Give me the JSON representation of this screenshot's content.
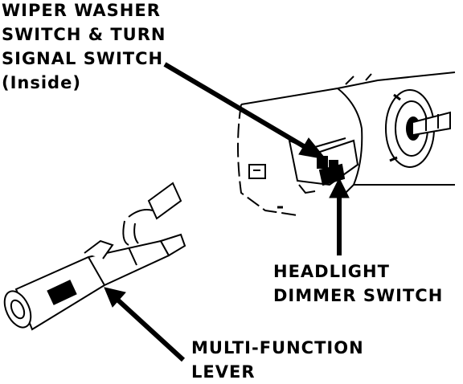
{
  "labels": {
    "wiper": {
      "line1": "WIPER WASHER",
      "line2": "SWITCH & TURN",
      "line3": "SIGNAL SWITCH",
      "line4": "(Inside)"
    },
    "headlight": {
      "line1": "HEADLIGHT",
      "line2": "DIMMER SWITCH"
    },
    "lever": {
      "line1": "MULTI-FUNCTION",
      "line2": "LEVER"
    }
  },
  "colors": {
    "ink": "#000000",
    "paper": "#ffffff"
  }
}
